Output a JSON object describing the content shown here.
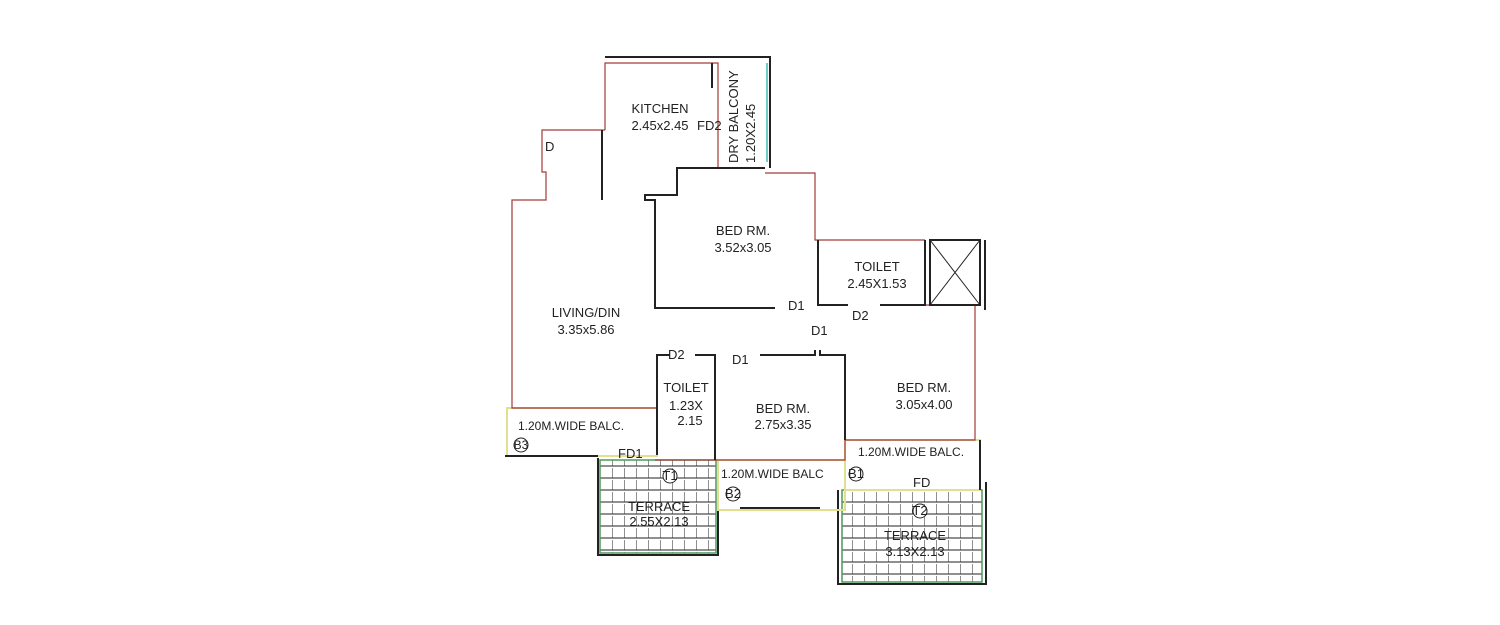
{
  "colors": {
    "wall": "#222222",
    "boundary": "#a33a3a",
    "balcony_edge": "#e0e090",
    "terrace_edge": "#4a9a5a",
    "dry_balcony_edge": "#3cc0b0"
  },
  "rooms": {
    "kitchen": {
      "name": "KITCHEN",
      "size": "2.45x2.45"
    },
    "dry_balcony": {
      "name": "DRY BALCONY",
      "size": "1.20X2.45"
    },
    "living": {
      "name": "LIVING/DIN",
      "size": "3.35x5.86"
    },
    "bed1": {
      "name": "BED RM.",
      "size": "3.52x3.05"
    },
    "toilet1": {
      "name": "TOILET",
      "size": "2.45X1.53"
    },
    "toilet2": {
      "name": "TOILET",
      "size_a": "1.23X",
      "size_b": "2.15"
    },
    "bed2": {
      "name": "BED RM.",
      "size": "2.75x3.35"
    },
    "bed3": {
      "name": "BED RM.",
      "size": "3.05x4.00"
    },
    "balc_b3": {
      "name": "1.20M.WIDE BALC.",
      "tag": "B3"
    },
    "balc_b2": {
      "name": "1.20M.WIDE BALC",
      "tag": "B2"
    },
    "balc_b1": {
      "name": "1.20M.WIDE BALC.",
      "tag": "B1"
    },
    "terrace1": {
      "name": "TERRACE",
      "size": "2.55X2.13",
      "tag": "T1"
    },
    "terrace2": {
      "name": "TERRACE",
      "size": "3.13X2.13",
      "tag": "T2"
    }
  },
  "doors": {
    "d_main": "D",
    "fd2": "FD2",
    "d1_bed1": "D1",
    "d2_toilet1": "D2",
    "d1_bed3": "D1",
    "d2_toilet2": "D2",
    "d1_bed2": "D1",
    "fd1": "FD1",
    "fd": "FD"
  }
}
